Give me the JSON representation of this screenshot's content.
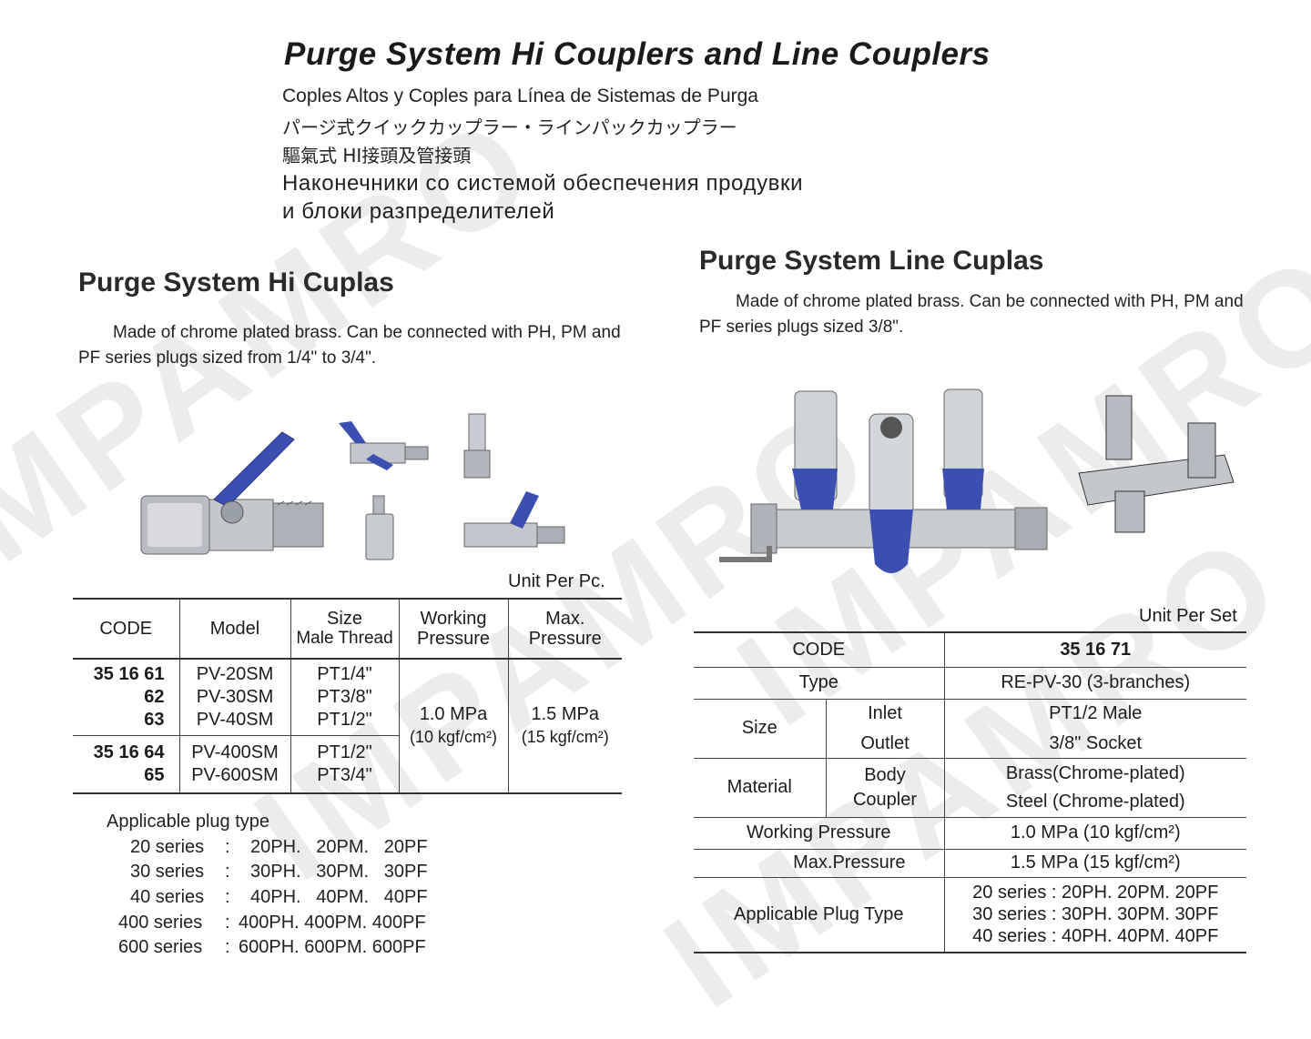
{
  "header": {
    "title": "Purge System Hi Couplers and Line Couplers",
    "subtitle_es": "Coples Altos y Coples para Línea de Sistemas de Purga",
    "subtitle_ja": "パージ式クイックカップラー・ラインパックカップラー",
    "subtitle_zh": "驅氣式 HI接頭及管接頭",
    "subtitle_ru_1": "Наконечники со системой обеспечения продувки",
    "subtitle_ru_2": "и блоки разпределителей"
  },
  "hi_cuplas": {
    "title": "Purge System Hi Cuplas",
    "description": "Made of chrome plated brass.  Can be connected with PH, PM and PF series plugs sized from 1/4\" to 3/4\".",
    "unit": "Unit Per Pc.",
    "table": {
      "headers": [
        "CODE",
        "Model",
        "Size",
        "Male Thread",
        "Working",
        "Pressure",
        "Max.",
        "Pressure"
      ],
      "group1": {
        "codes": [
          "35 16 61",
          "62",
          "63"
        ],
        "models": [
          "PV-20SM",
          "PV-30SM",
          "PV-40SM"
        ],
        "sizes": [
          "PT1/4\"",
          "PT3/8\"",
          "PT1/2\""
        ]
      },
      "group2": {
        "codes": [
          "35 16 64",
          "65"
        ],
        "models": [
          "PV-400SM",
          "PV-600SM"
        ],
        "sizes": [
          "PT1/2\"",
          "PT3/4\""
        ]
      },
      "working_pressure": [
        "1.0 MPa",
        "(10 kgf/cm²)"
      ],
      "max_pressure": [
        "1.5 MPa",
        "(15 kgf/cm²)"
      ]
    },
    "plug_type": {
      "label": "Applicable plug type",
      "rows": [
        {
          "series": "20 series",
          "sep": ":",
          "plugs": "20PH.   20PM.   20PF"
        },
        {
          "series": "30 series",
          "sep": ":",
          "plugs": "30PH.   30PM.   30PF"
        },
        {
          "series": "40 series",
          "sep": ":",
          "plugs": "40PH.   40PM.   40PF"
        },
        {
          "series": "400 series",
          "sep": ":",
          "plugs": "400PH. 400PM. 400PF"
        },
        {
          "series": "600 series",
          "sep": ":",
          "plugs": "600PH. 600PM. 600PF"
        }
      ]
    }
  },
  "line_cuplas": {
    "title": "Purge System Line Cuplas",
    "description": "Made of chrome plated brass.   Can be connected with PH, PM and PF series plugs sized 3/8\".",
    "unit": "Unit Per Set",
    "table": {
      "code_label": "CODE",
      "code_value": "35 16 71",
      "type_label": "Type",
      "type_value": "RE-PV-30 (3-branches)",
      "size_label": "Size",
      "inlet_label": "Inlet",
      "inlet_value": "PT1/2 Male",
      "outlet_label": "Outlet",
      "outlet_value": "3/8\" Socket",
      "material_label": "Material",
      "body_label": "Body",
      "coupler_label": "Coupler",
      "body_value": "Brass(Chrome-plated)",
      "coupler_value": "Steel (Chrome-plated)",
      "wp_label": "Working Pressure",
      "wp_value": "1.0 MPa (10 kgf/cm²)",
      "mp_label": "Max.Pressure",
      "mp_value": "1.5 MPa (15 kgf/cm²)",
      "plug_label": "Applicable Plug Type",
      "plug_values": [
        "20 series : 20PH. 20PM. 20PF",
        "30 series : 30PH. 30PM. 30PF",
        "40 series : 40PH. 40PM. 40PF"
      ]
    }
  },
  "watermark": "IMPAMRO",
  "colors": {
    "accent_blue": "#3b4fb0",
    "chrome": "#c9ccd2",
    "text": "#1a1a1a"
  }
}
